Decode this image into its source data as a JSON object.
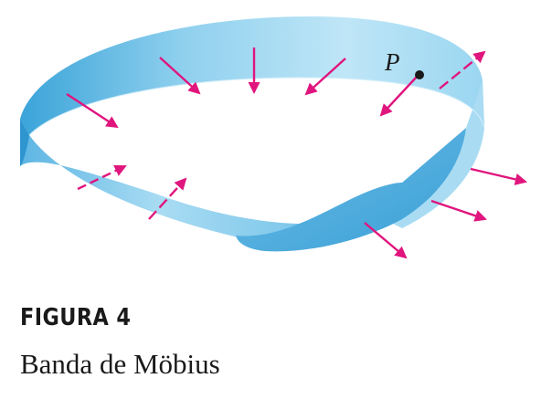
{
  "figure": {
    "label": "FIGURA 4",
    "caption": "Banda de Möbius",
    "point_label": "P"
  },
  "colors": {
    "band_light": "#b7e2f4",
    "band_mid": "#82c9ea",
    "band_dark": "#3ba4d9",
    "arrow": "#e0157d",
    "point": "#1a1a1a"
  },
  "icons": {
    "normal_vector": "arrow",
    "point_marker": "dot"
  }
}
